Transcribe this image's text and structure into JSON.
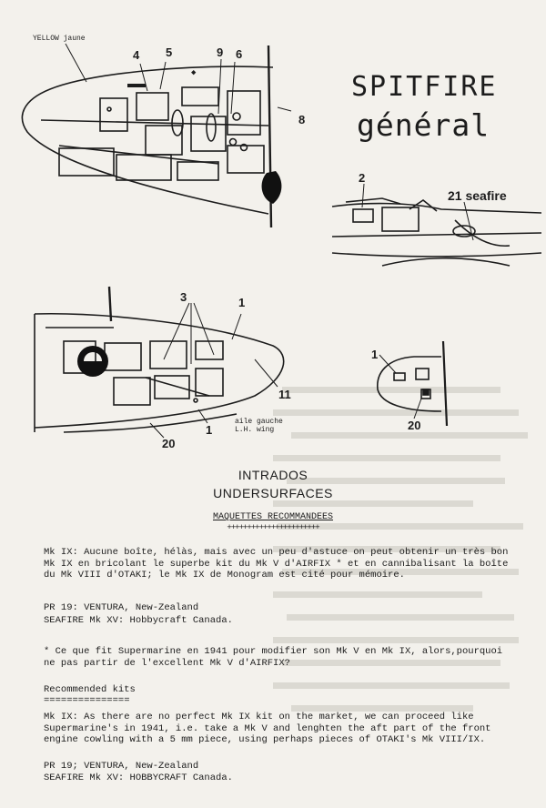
{
  "header": {
    "title_line1": "SPITFIRE",
    "title_line2": "général"
  },
  "upper_drawing": {
    "yellow_label": "YELLOW jaune",
    "callouts": [
      "4",
      "5",
      "9",
      "6",
      "8"
    ]
  },
  "seafire_drawing": {
    "callout_2": "2",
    "label": "21 seafire"
  },
  "under_drawing": {
    "callouts": [
      "3",
      "1",
      "11",
      "1",
      "20"
    ],
    "wing_label_fr": "aile gauche",
    "wing_label_en": "L.H. wing"
  },
  "tip_drawing": {
    "callout_1": "1",
    "callout_20": "20"
  },
  "headings": {
    "intrados": "INTRADOS",
    "undersurfaces": "UNDERSURFACES",
    "maquettes": "MAQUETTES RECOMMANDEES",
    "plusses": "+++++++++++++++++++++++"
  },
  "french_text": {
    "p1": "Mk IX: Aucune boîte, hélàs, mais avec un peu d'astuce on peut obtenir un très bon Mk IX en bricolant le superbe kit du Mk V d'AIRFIX * et en cannibalisant la boîte du Mk VIII d'OTAKI; le Mk IX de Monogram est cité pour mémoire.",
    "pr19": "PR 19: VENTURA, New-Zealand",
    "seafire": "SEAFIRE Mk XV:  Hobbycraft Canada.",
    "note": "* Ce que fit Supermarine en 1941 pour modifier son Mk V en Mk IX, alors,pourquoi ne pas partir de l'excellent Mk V d'AIRFIX?"
  },
  "english_text": {
    "heading": "Recommended kits",
    "rule": "===============",
    "p1": "Mk IX: As there are no perfect Mk IX kit on the market, we can proceed like Supermarine's in 1941, i.e. take a Mk V and lenghten the aft part of the front engine cowling with a 5 mm piece, using perhaps pieces of OTAKI's Mk VIII/IX.",
    "pr19": "PR 19; VENTURA, New-Zealand",
    "seafire": "SEAFIRE Mk XV: HOBBYCRAFT Canada."
  },
  "colors": {
    "paper": "#f3f1ec",
    "ink": "#1c1c1c",
    "bleed": "#d7d4cd"
  }
}
